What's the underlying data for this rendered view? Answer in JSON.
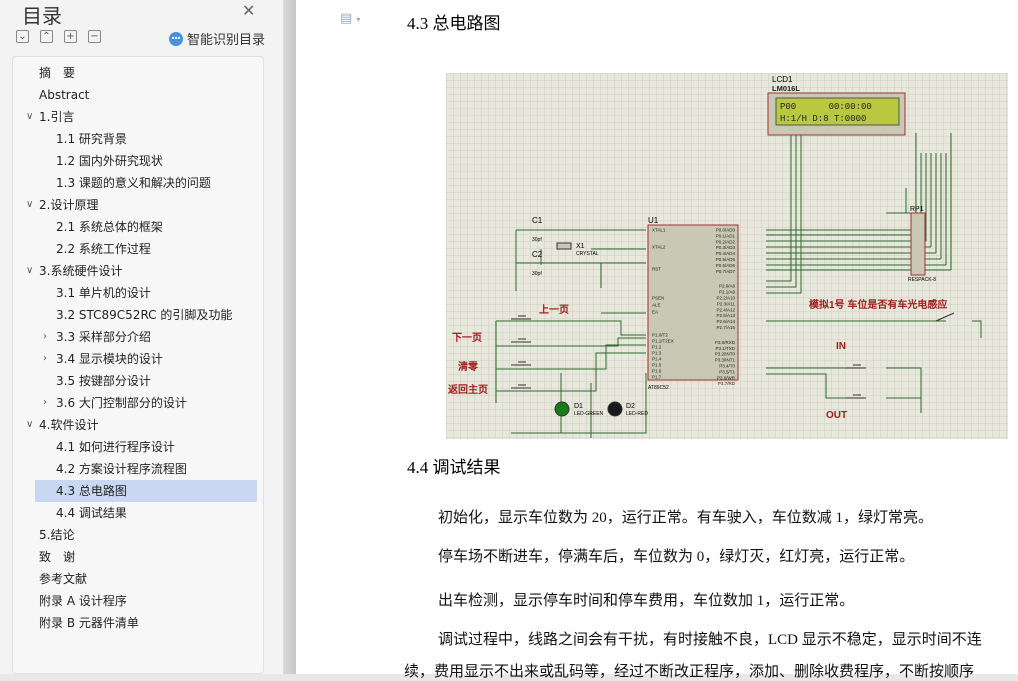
{
  "sidebar": {
    "title": "目录",
    "smart_label": "智能识别目录",
    "toolbar": [
      "⌄",
      "⌃",
      "+",
      "−"
    ],
    "items": [
      {
        "label": "摘　要",
        "level": 1
      },
      {
        "label": "Abstract",
        "level": 1
      },
      {
        "label": "1.引言",
        "level": 1,
        "expanded": true
      },
      {
        "label": "1.1  研究背景",
        "level": 2
      },
      {
        "label": "1.2  国内外研究现状",
        "level": 2
      },
      {
        "label": "1.3  课题的意义和解决的问题",
        "level": 2
      },
      {
        "label": "2.设计原理",
        "level": 1,
        "expanded": true
      },
      {
        "label": "2.1  系统总体的框架",
        "level": 2
      },
      {
        "label": "2.2  系统工作过程",
        "level": 2
      },
      {
        "label": "3.系统硬件设计",
        "level": 1,
        "expanded": true
      },
      {
        "label": "3.1  单片机的设计",
        "level": 2
      },
      {
        "label": "3.2 STC89C52RC 的引脚及功能",
        "level": 2
      },
      {
        "label": "3.3  采样部分介绍",
        "level": 2,
        "collapsed": true
      },
      {
        "label": "3.4  显示模块的设计",
        "level": 2,
        "collapsed": true
      },
      {
        "label": "3.5  按键部分设计",
        "level": 2
      },
      {
        "label": "3.6  大门控制部分的设计",
        "level": 2,
        "collapsed": true
      },
      {
        "label": "4.软件设计",
        "level": 1,
        "expanded": true
      },
      {
        "label": "4.1  如何进行程序设计",
        "level": 2
      },
      {
        "label": "4.2  方案设计程序流程图",
        "level": 2
      },
      {
        "label": "4.3  总电路图",
        "level": 2,
        "selected": true
      },
      {
        "label": "4.4  调试结果",
        "level": 2
      },
      {
        "label": "5.结论",
        "level": 1
      },
      {
        "label": "致　谢",
        "level": 1
      },
      {
        "label": "参考文献",
        "level": 1
      },
      {
        "label": "附录 A 设计程序",
        "level": 1
      },
      {
        "label": "附录 B 元器件清单",
        "level": 1
      }
    ]
  },
  "document": {
    "heading1": "4.3  总电路图",
    "heading2": "4.4  调试结果",
    "paragraphs": [
      "初始化，显示车位数为 20，运行正常。有车驶入，车位数减 1，绿灯常亮。",
      "停车场不断进车，停满车后，车位数为 0，绿灯灭，红灯亮，运行正常。",
      "出车检测，显示停车时间和停车费用，车位数加 1，运行正常。",
      "调试过程中，线路之间会有干扰，有时接触不良，LCD 显示不稳定，显示时间不连",
      "续，费用显示不出来或乱码等，经过不断改正程序，添加、删除收费程序，不断按顺序"
    ]
  },
  "circuit": {
    "lcd_name": "LCD1",
    "lcd_model": "LM016L",
    "lcd_line1": "P00      00:00:00",
    "lcd_line2": "H:1/H D:8 T:0000",
    "mcu_name": "U1",
    "mcu_model": "AT89C52",
    "rp_name": "RP1",
    "rp_model": "RESPACK-8",
    "c1": "C1",
    "c2": "C2",
    "cap_val": "30pf",
    "x1": "X1",
    "x1_model": "CRYSTAL",
    "d1": "D1",
    "d1_model": "LED-GREEN",
    "d2": "D2",
    "d2_model": "LED-RED",
    "btn_prev": "上一页",
    "btn_next": "下一页",
    "btn_clear": "清零",
    "btn_home": "返回主页",
    "sensor_label": "模拟1号 车位是否有车光电感应",
    "in_label": "IN",
    "out_label": "OUT",
    "left_pins": [
      "XTAL1",
      "XTAL2",
      "RST",
      "PSEN",
      "ALE",
      "EA",
      "P1.0/T2",
      "P1.1/T2EX",
      "P1.2",
      "P1.3",
      "P1.4",
      "P1.5",
      "P1.6",
      "P1.7"
    ],
    "right_pins": [
      "P0.0/AD0",
      "P0.1/AD1",
      "P0.2/AD2",
      "P0.3/AD3",
      "P0.4/AD4",
      "P0.5/AD5",
      "P0.6/AD6",
      "P0.7/AD7",
      "P2.0/A8",
      "P2.1/A9",
      "P2.2/A10",
      "P2.3/A11",
      "P2.4/A12",
      "P2.5/A13",
      "P2.6/A14",
      "P2.7/A15",
      "P3.0/RXD",
      "P3.1/TXD",
      "P3.2/INT0",
      "P3.3/INT1",
      "P3.4/T0",
      "P3.5/T1",
      "P3.6/WR",
      "P3.7/RD"
    ]
  }
}
